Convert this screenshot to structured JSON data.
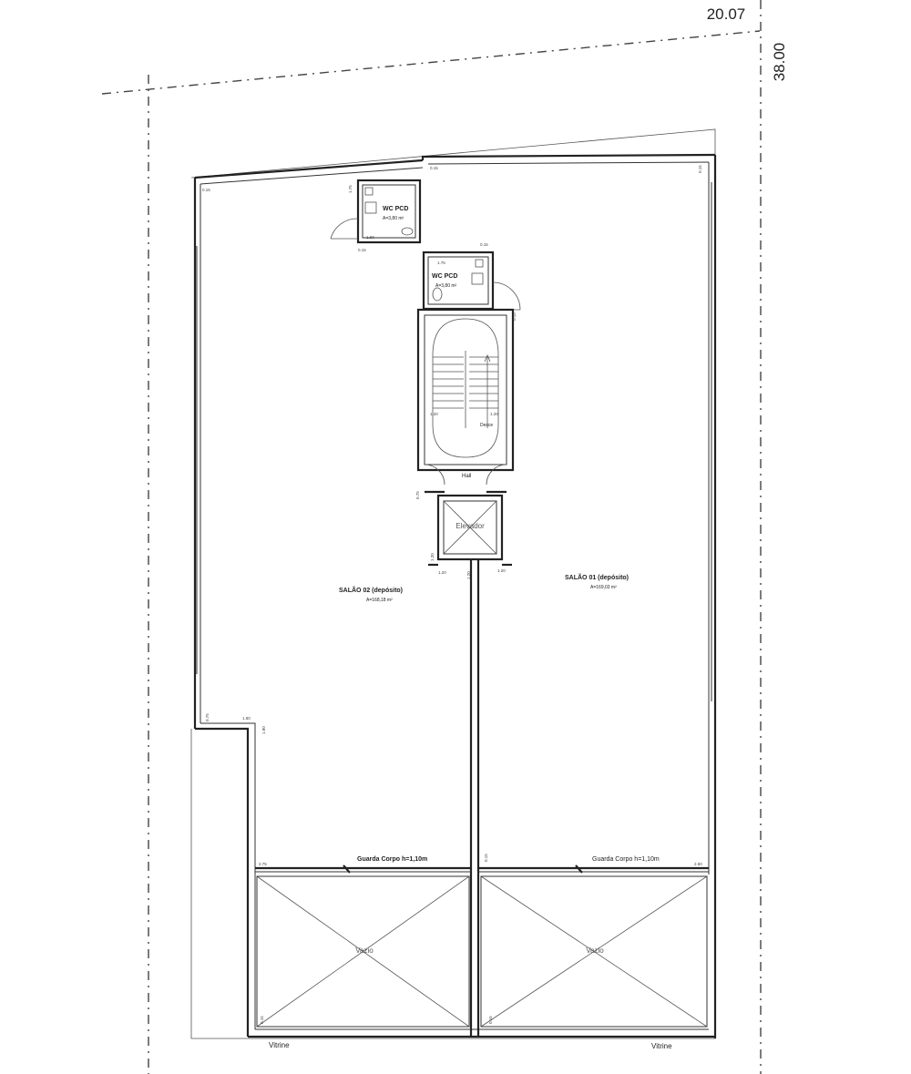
{
  "site": {
    "width_label": "20.07",
    "depth_label": "38.00"
  },
  "rooms": {
    "wc1": {
      "name": "WC PCD",
      "area": "A=3,80 m²"
    },
    "wc2": {
      "name": "WC PCD",
      "area": "A=3,80 m²"
    },
    "salao02": {
      "name": "SALÃO 02 (depósito)",
      "area": "A=168,18 m²"
    },
    "salao01": {
      "name": "SALÃO 01 (depósito)",
      "area": "A=169,03 m²"
    },
    "hall": {
      "name": "Hall"
    },
    "elevator": {
      "name": "Elevador"
    },
    "stairs": {
      "label": "Desce"
    }
  },
  "voids": {
    "left": "Vazio",
    "right": "Vazio"
  },
  "railings": {
    "left": "Guarda Corpo h=1,10m",
    "right": "Guarda Corpo h=1,10m"
  },
  "frontage": {
    "left": "Vitrine",
    "right": "Vitrine"
  },
  "dimensions": {
    "d_top_left": "0.15",
    "d_top_mid": "0.15",
    "d_top_right": "0.15",
    "d_wc1_a": "1.75",
    "d_wc1_b": "1.60",
    "d_wc1_c": "0.15",
    "d_wc2_a": "0.15",
    "d_wc2_b": "1.75",
    "d_stair_l": "1.20",
    "d_stair_r": "1.20",
    "d_stair_top": "0.15",
    "d_hall_a": "0.75",
    "d_elev_a": "1.20",
    "d_elev_b": "1.20",
    "d_elev_c": "1.20",
    "d_elev_d": "1.20",
    "d_left_step_a": "0.75",
    "d_left_step_b": "1.80",
    "d_left_step_c": "1.80",
    "d_rail_l": "2.75",
    "d_rail_m": "0.15",
    "d_rail_r": "2.60",
    "d_bottom_l": "0.15",
    "d_bottom_r": "0.15"
  }
}
